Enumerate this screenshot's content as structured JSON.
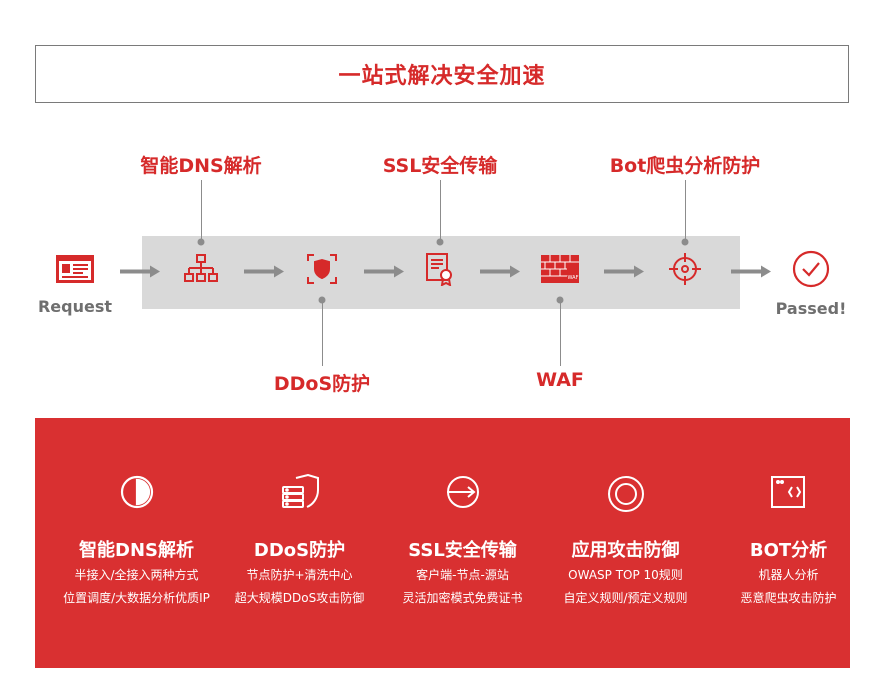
{
  "title": "一站式解决安全加速",
  "flow": {
    "start_label": "Request",
    "end_label": "Passed!",
    "top_callouts": [
      "智能DNS解析",
      "SSL安全传输",
      "Bot爬虫分析防护"
    ],
    "bottom_callouts": [
      "DDoS防护",
      "WAF"
    ],
    "icons": [
      "request-icon",
      "dns-network-icon",
      "ddos-shield-icon",
      "ssl-certificate-icon",
      "waf-firewall-icon",
      "bot-target-icon",
      "passed-check-icon"
    ],
    "waf_icon_text": "WAF"
  },
  "features": [
    {
      "icon": "dns-half-circle-icon",
      "title": "智能DNS解析",
      "line1": "半接入/全接入两种方式",
      "line2": "位置调度/大数据分析优质IP"
    },
    {
      "icon": "ddos-shield-stack-icon",
      "title": "DDoS防护",
      "line1": "节点防护+清洗中心",
      "line2": "超大规模DDoS攻击防御"
    },
    {
      "icon": "ssl-arrow-circle-icon",
      "title": "SSL安全传输",
      "line1": "客户端-节点-源站",
      "line2": "灵活加密模式免费证书"
    },
    {
      "icon": "attack-ring-icon",
      "title": "应用攻击防御",
      "line1": "OWASP TOP 10规则",
      "line2": "自定义规则/预定义规则"
    },
    {
      "icon": "bot-window-icon",
      "title": "BOT分析",
      "line1": "机器人分析",
      "line2": "恶意爬虫攻击防护"
    }
  ],
  "colors": {
    "accent_red": "#d62a2a",
    "panel_red": "#d93031",
    "band_gray": "#d9d9d9",
    "arrow_gray": "#8c8c8c"
  }
}
